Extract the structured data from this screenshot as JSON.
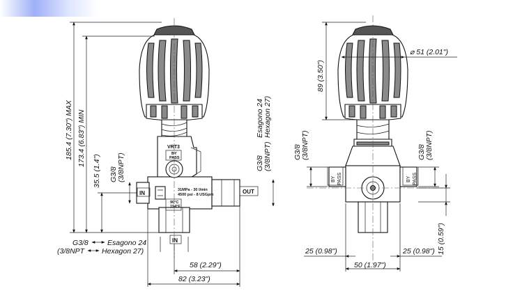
{
  "front_view": {
    "model_label": "VRT3",
    "bypass_label": "BY\nPASS",
    "plate_line1": "31MPa - 30 l/min",
    "plate_line2": "4500 psi - 8 USGpm",
    "temp_line1": "90°C",
    "temp_line2": "194°F",
    "port_in_left": "IN",
    "port_out": "OUT",
    "port_in_bottom": "IN",
    "dim_max": "185.4 (7.30\") MAX",
    "dim_min": "173.4 (6.83\") MIN",
    "dim_355": "35.5 (1.4\")",
    "dim_58": "58 (2.29\")",
    "dim_82": "82 (3.23\")",
    "thread_inlet_l1": "G3/8",
    "thread_inlet_l2": "(3/8NPT)",
    "thread_bottom_a": "G3/8",
    "thread_bottom_b": "Esagono 24",
    "thread_bottom_c": "(3/8NPT",
    "thread_bottom_d": "Hexagon 27)",
    "thread_outlet_a": "G3/8",
    "thread_outlet_b": "(3/8NPT)",
    "hex_outlet_a": "Esagono 24",
    "hex_outlet_b": "Hexagon 27)"
  },
  "side_view": {
    "dim_89": "89 (3.50\")",
    "dim_diam": "⌀ 51 (2.01\")",
    "thread_left_a": "G3/8",
    "thread_left_b": "(3/8NPT)",
    "thread_right_a": "G3/8",
    "thread_right_b": "(3/8NPT)",
    "bypass_left_a": "BY",
    "bypass_left_b": "PASS",
    "bypass_right_a": "BY",
    "bypass_right_b": "PASS",
    "dim_25_left": "25 (0.98\")",
    "dim_25_right": "25 (0.98\")",
    "dim_50": "50 (1.97\")",
    "dim_15": "15 (0.59\")"
  }
}
